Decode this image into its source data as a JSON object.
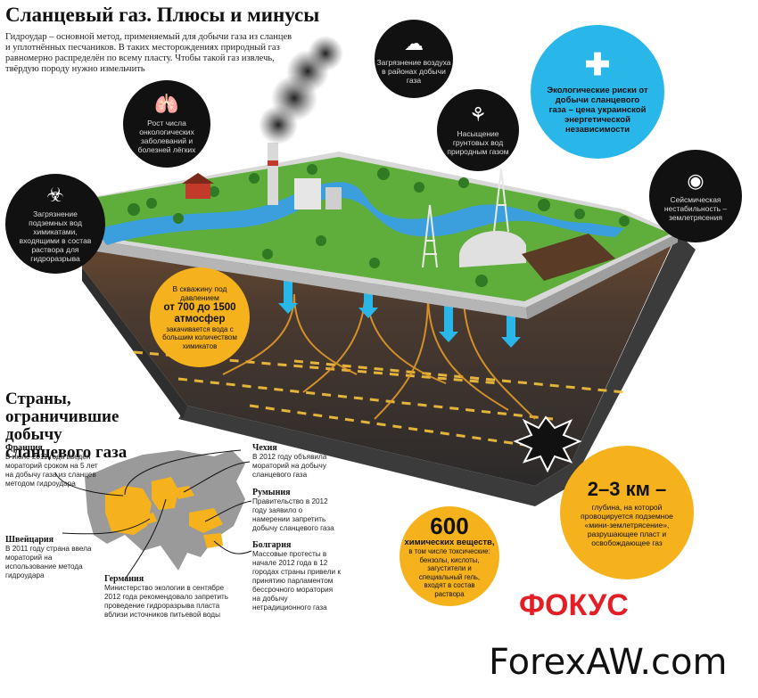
{
  "title": "Сланцевый газ. Плюсы и минусы",
  "intro": "Гидроудар – основной метод, применяемый для добычи газа из сланцев и уплотнённых песчаников. В таких месторождениях природный газ равномерно распределён по всему пласту. Чтобы такой газ извлечь, твёрдую породу нужно измельчить",
  "bubbles": {
    "air": {
      "icon": "cloud-icon",
      "text": "Загрязнение воздуха в районах добычи газа"
    },
    "lungs": {
      "icon": "lungs-icon",
      "text": "Рост числа онкологических заболеваний и болезней лёгких"
    },
    "fish": {
      "icon": "fish-skeleton-icon",
      "text": "Насыщение грунтовых вод природным газом"
    },
    "biohazard": {
      "icon": "biohazard-icon",
      "text": "Загрязнение подземных вод химикатами, входящими в состав раствора для гидроразрыва"
    },
    "seismic": {
      "icon": "seismic-icon",
      "text": "Сейсмическая нестабильность – землетрясения"
    },
    "risk": {
      "icon": "plus-icon",
      "text": "Экологические риски от добычи сланцевого газа – цена украинской энергетической независимости"
    }
  },
  "pressure": {
    "line1": "В скважину под давлением",
    "big": "от 700 до 1500 атмосфер",
    "line2": "закачивается вода с большим количеством химикатов"
  },
  "chemicals": {
    "number": "600",
    "title": "химических веществ,",
    "text": "в том числе токсические: бензолы, кислоты, загустители и специальный гель, входят в состав раствора"
  },
  "depth": {
    "big": "2–3 км –",
    "text": "глубина, на которой провоцируется подземное «мини-землетрясение», разрушающее пласт и освобождающее газ"
  },
  "countries": {
    "heading": "Страны, ограничившие добычу сланцевого газа",
    "items": [
      {
        "name": "Франция",
        "text": "В июле 2011 года введён мораторий сроком на 5 лет на добычу газа из сланцев методом гидроудара"
      },
      {
        "name": "Швейцария",
        "text": "В 2011 году страна ввела мораторий на использование метода гидроудара"
      },
      {
        "name": "Германия",
        "text": "Министерство экологии в сентябре 2012 года рекомендовало запретить проведение гидроразрыва пласта вблизи источников питьевой воды"
      },
      {
        "name": "Чехия",
        "text": "В 2012 году объявила мораторий на добычу сланцевого газа"
      },
      {
        "name": "Румыния",
        "text": "Правительство в 2012 году заявило о намерении запретить добычу сланцевого газа"
      },
      {
        "name": "Болгария",
        "text": "Массовые протесты в начале 2012 года в 12 городах страны привели к принятию парламентом бессрочного моратория на добычу нетрадиционного газа"
      }
    ]
  },
  "brand": "ФОКУС",
  "watermark": "ForexAW.com",
  "colors": {
    "orange": "#f5b21c",
    "cyan": "#29b6e8",
    "red": "#e31e24",
    "dark": "#111111"
  }
}
